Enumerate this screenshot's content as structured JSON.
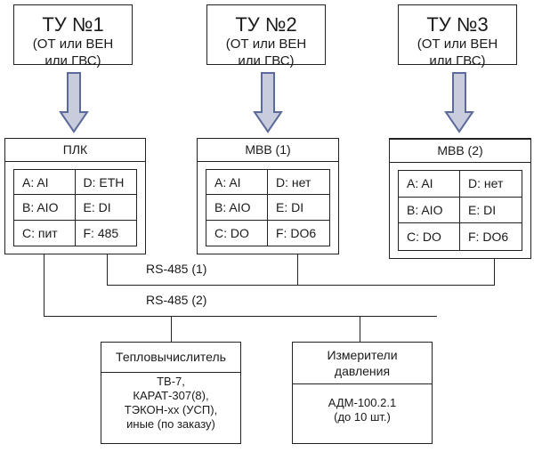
{
  "sources": [
    {
      "title": "ТУ №1",
      "subtitle_line1": "(ОТ или ВЕН",
      "subtitle_line2": "или ГВС)"
    },
    {
      "title": "ТУ №2",
      "subtitle_line1": "(ОТ или ВЕН",
      "subtitle_line2": "или ГВС)"
    },
    {
      "title": "ТУ №3",
      "subtitle_line1": "(ОТ или ВЕН",
      "subtitle_line2": "или ГВС)"
    }
  ],
  "devices": [
    {
      "title": "ПЛК",
      "cells": [
        "A: AI",
        "D: ETH",
        "B: AIO",
        "E: DI",
        "C: пит",
        "F: 485"
      ]
    },
    {
      "title": "МВВ (1)",
      "cells": [
        "A: AI",
        "D: нет",
        "B: AIO",
        "E: DI",
        "C: DO",
        "F: DO6"
      ]
    },
    {
      "title": "МВВ (2)",
      "cells": [
        "A: AI",
        "D: нет",
        "B: AIO",
        "E: DI",
        "C: DO",
        "F: DO6"
      ]
    }
  ],
  "buses": {
    "rs485_1": "RS-485 (1)",
    "rs485_2": "RS-485 (2)"
  },
  "calculator": {
    "title": "Тепловычислитель",
    "body": [
      "ТВ-7,",
      "КАРАТ-307(8),",
      "ТЭКОН-хх (УСП),",
      "иные (по заказу)"
    ]
  },
  "pressure": {
    "title_line1": "Измерители",
    "title_line2": "давления",
    "body": [
      "АДМ-100.2.1",
      "(до 10 шт.)"
    ]
  },
  "colors": {
    "arrow_fill": "#c9ccdc",
    "arrow_stroke": "#5a6a9a",
    "line": "#222222"
  }
}
